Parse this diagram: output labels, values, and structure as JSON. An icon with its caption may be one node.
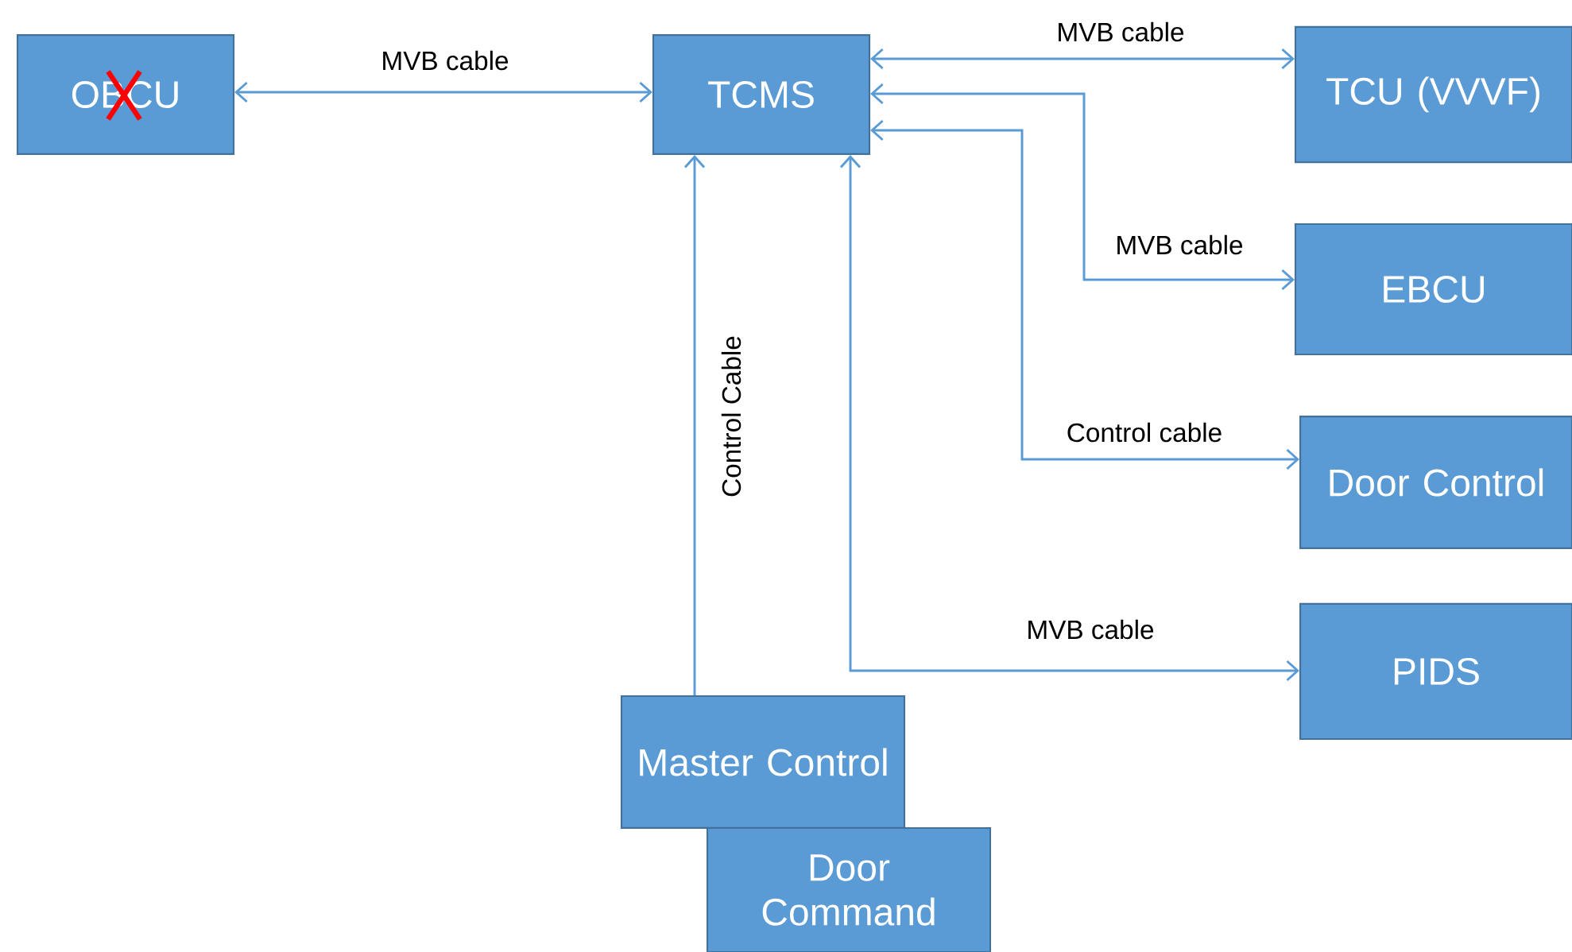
{
  "diagram": {
    "nodes": [
      {
        "text": [
          "OBCU"
        ]
      },
      {
        "text": [
          "TCMS"
        ]
      },
      {
        "text": [
          "TCU (VVVF)"
        ]
      },
      {
        "text": [
          "EBCU"
        ]
      },
      {
        "text": [
          "Door Control"
        ]
      },
      {
        "text": [
          "PIDS"
        ]
      },
      {
        "text": [
          "Master Control"
        ]
      },
      {
        "text": [
          "Door Command"
        ]
      }
    ],
    "edges": [
      {
        "from": 0,
        "to": 1,
        "arrow": "both",
        "label": "MVB cable"
      },
      {
        "from": 1,
        "to": 2,
        "arrow": "both",
        "label": "MVB cable"
      },
      {
        "from": 1,
        "to": 3,
        "arrow": "both",
        "label": "MVB cable"
      },
      {
        "from": 1,
        "to": 4,
        "arrow": "both",
        "label": "Control cable"
      },
      {
        "from": 6,
        "to": 1,
        "arrow": "to",
        "label": "Control Cable"
      },
      {
        "from": 1,
        "to": 5,
        "arrow": "both",
        "label": "MVB cable"
      }
    ]
  }
}
